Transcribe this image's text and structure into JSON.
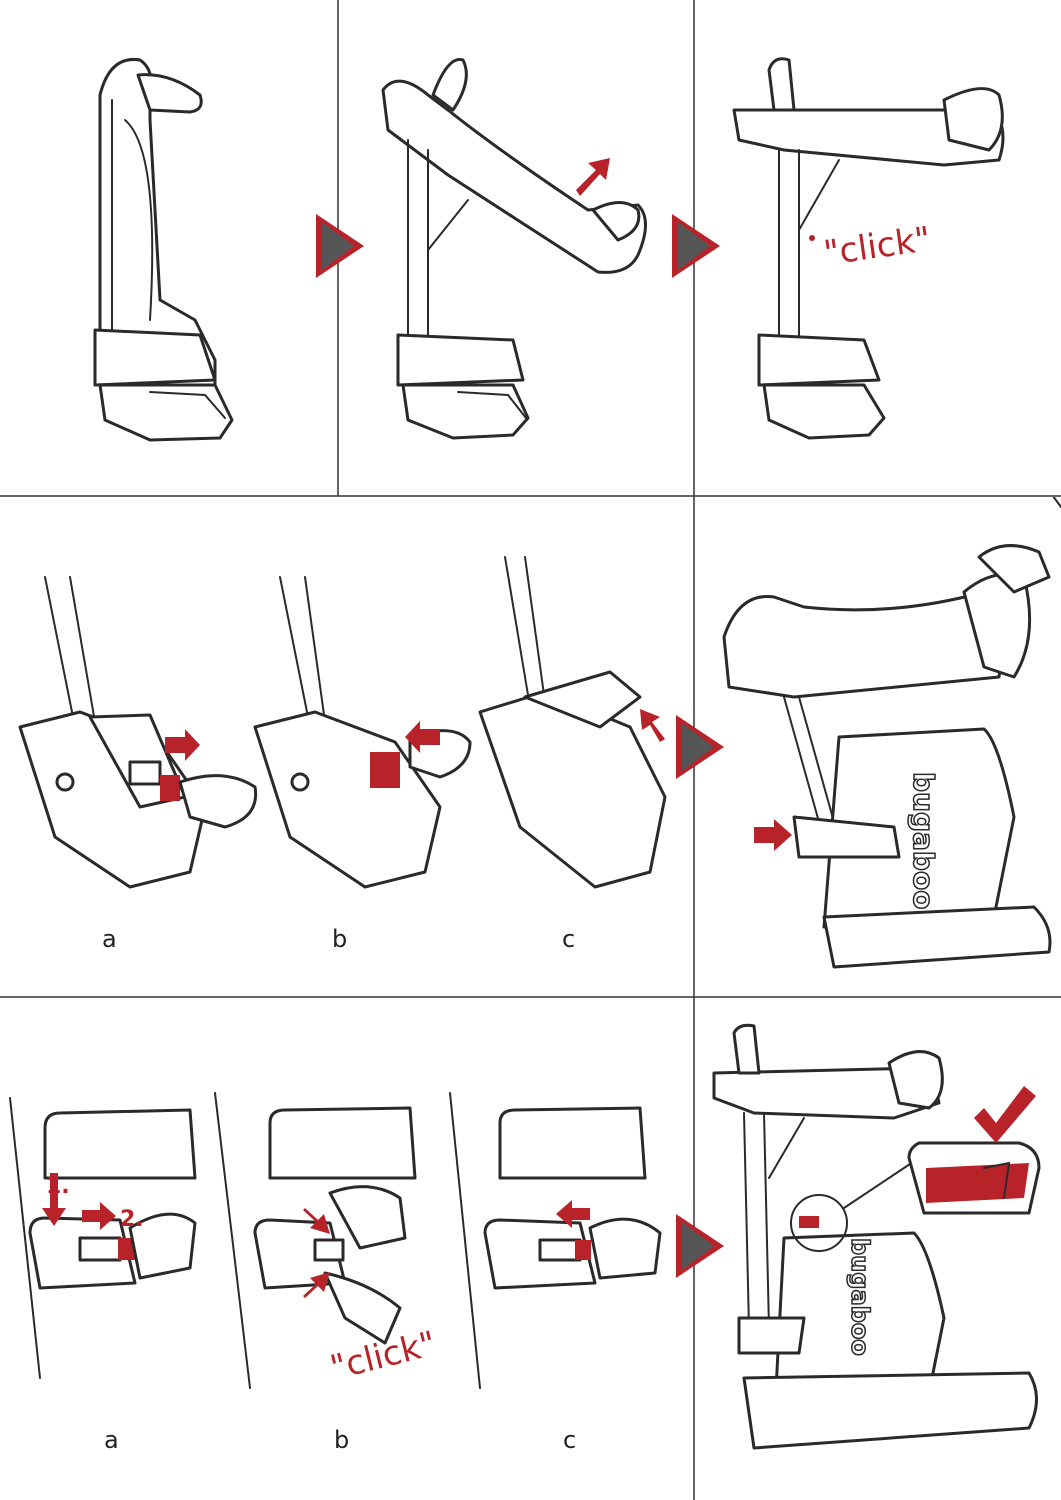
{
  "colors": {
    "accent": "#b8232a",
    "line": "#2a2a2a",
    "background": "#ffffff"
  },
  "icons": [
    "step-arrow-icon",
    "direction-arrow-icon",
    "check-mark-icon"
  ],
  "step1": {
    "click_text": "\"click\""
  },
  "step2": {
    "labels": [
      "a",
      "b",
      "c"
    ]
  },
  "step3": {
    "brand_text": "bugaboo"
  },
  "step4": {
    "labels": [
      "a",
      "b",
      "c"
    ],
    "num1": "1.",
    "num2": "2.",
    "click_text": "\"click\""
  },
  "step5": {
    "brand_text": "bugaboo"
  }
}
